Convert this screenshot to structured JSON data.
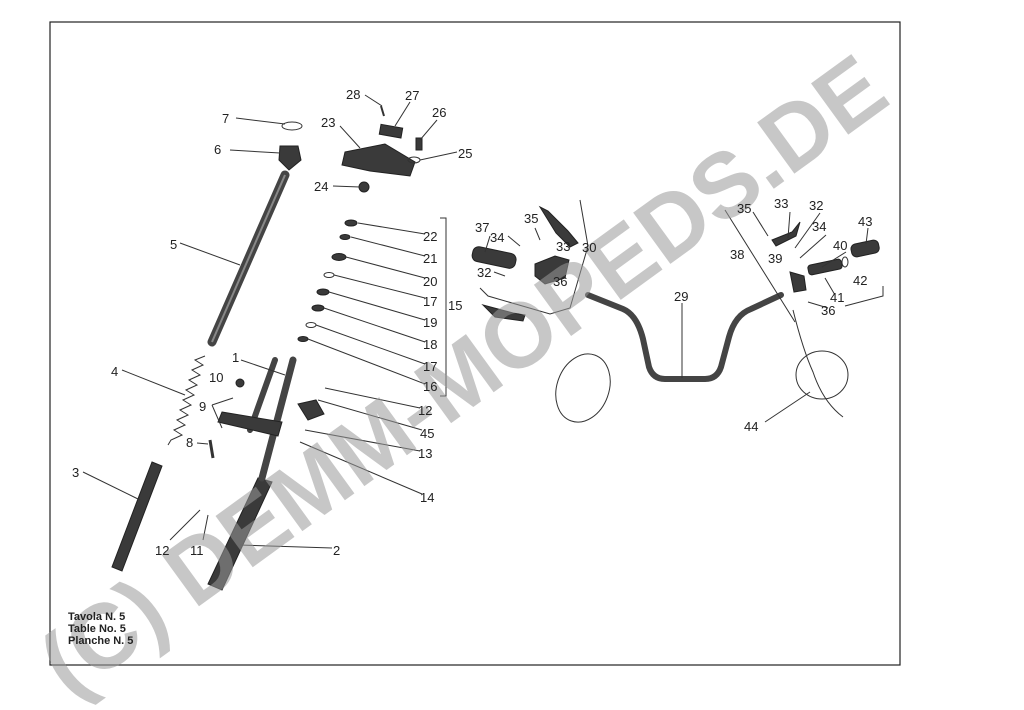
{
  "caption": {
    "line1": "Tavola N. 5",
    "line2": "Table No. 5",
    "line3": "Planche N. 5"
  },
  "watermark": "(C) DEMM-MOPEDS.DE",
  "labels": [
    "28",
    "27",
    "26",
    "23",
    "25",
    "7",
    "6",
    "24",
    "22",
    "21",
    "20",
    "17",
    "15",
    "19",
    "18",
    "17",
    "16",
    "12",
    "45",
    "13",
    "14",
    "5",
    "1",
    "10",
    "9",
    "4",
    "8",
    "3",
    "12",
    "11",
    "2",
    "37",
    "34",
    "35",
    "33",
    "30",
    "32",
    "36",
    "29",
    "44",
    "35",
    "33",
    "32",
    "34",
    "43",
    "40",
    "38",
    "39",
    "42",
    "41",
    "36"
  ]
}
